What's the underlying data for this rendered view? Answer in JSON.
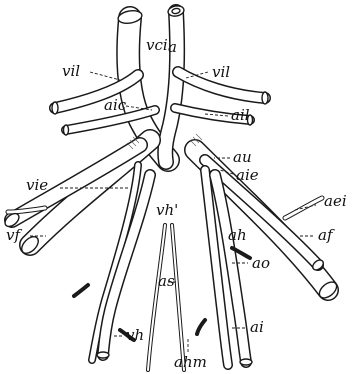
{
  "labels": {
    "vci": "vci",
    "a": "a",
    "vil_left": "vil",
    "vil_right": "vil",
    "aic": "aic",
    "ail": "ail",
    "au": "au",
    "aie": "aie",
    "vie": "vie",
    "vh_prime": "vh'",
    "aei": "aei",
    "ah": "ah",
    "af": "af",
    "vf": "vf",
    "ao": "ao",
    "as": "as",
    "vh": "vh",
    "ahm": "ahm",
    "ai": "ai"
  },
  "colors": {
    "ink": "#1a1a1a",
    "paper": "#ffffff"
  }
}
